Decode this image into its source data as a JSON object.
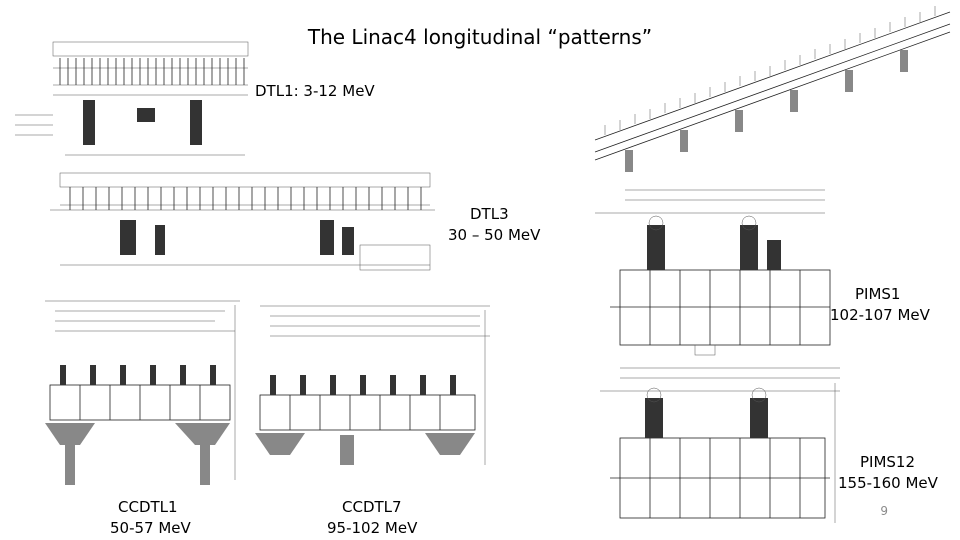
{
  "slide": {
    "title": "The Linac4 longitudinal “patterns”",
    "page_number": "9"
  },
  "figures": {
    "dtl1": {
      "label": "DTL1: 3-12 MeV"
    },
    "dtl3": {
      "label_line1": "DTL3",
      "label_line2": "30 – 50 MeV"
    },
    "pims1": {
      "label_line1": "PIMS1",
      "label_line2": "102-107 MeV"
    },
    "pims12": {
      "label_line1": "PIMS12",
      "label_line2": "155-160 MeV"
    },
    "ccdtl1": {
      "label_line1": "CCDTL1",
      "label_line2": "50-57 MeV"
    },
    "ccdtl7": {
      "label_line1": "CCDTL7",
      "label_line2": "95-102 MeV"
    },
    "isometric": {
      "label": ""
    }
  }
}
